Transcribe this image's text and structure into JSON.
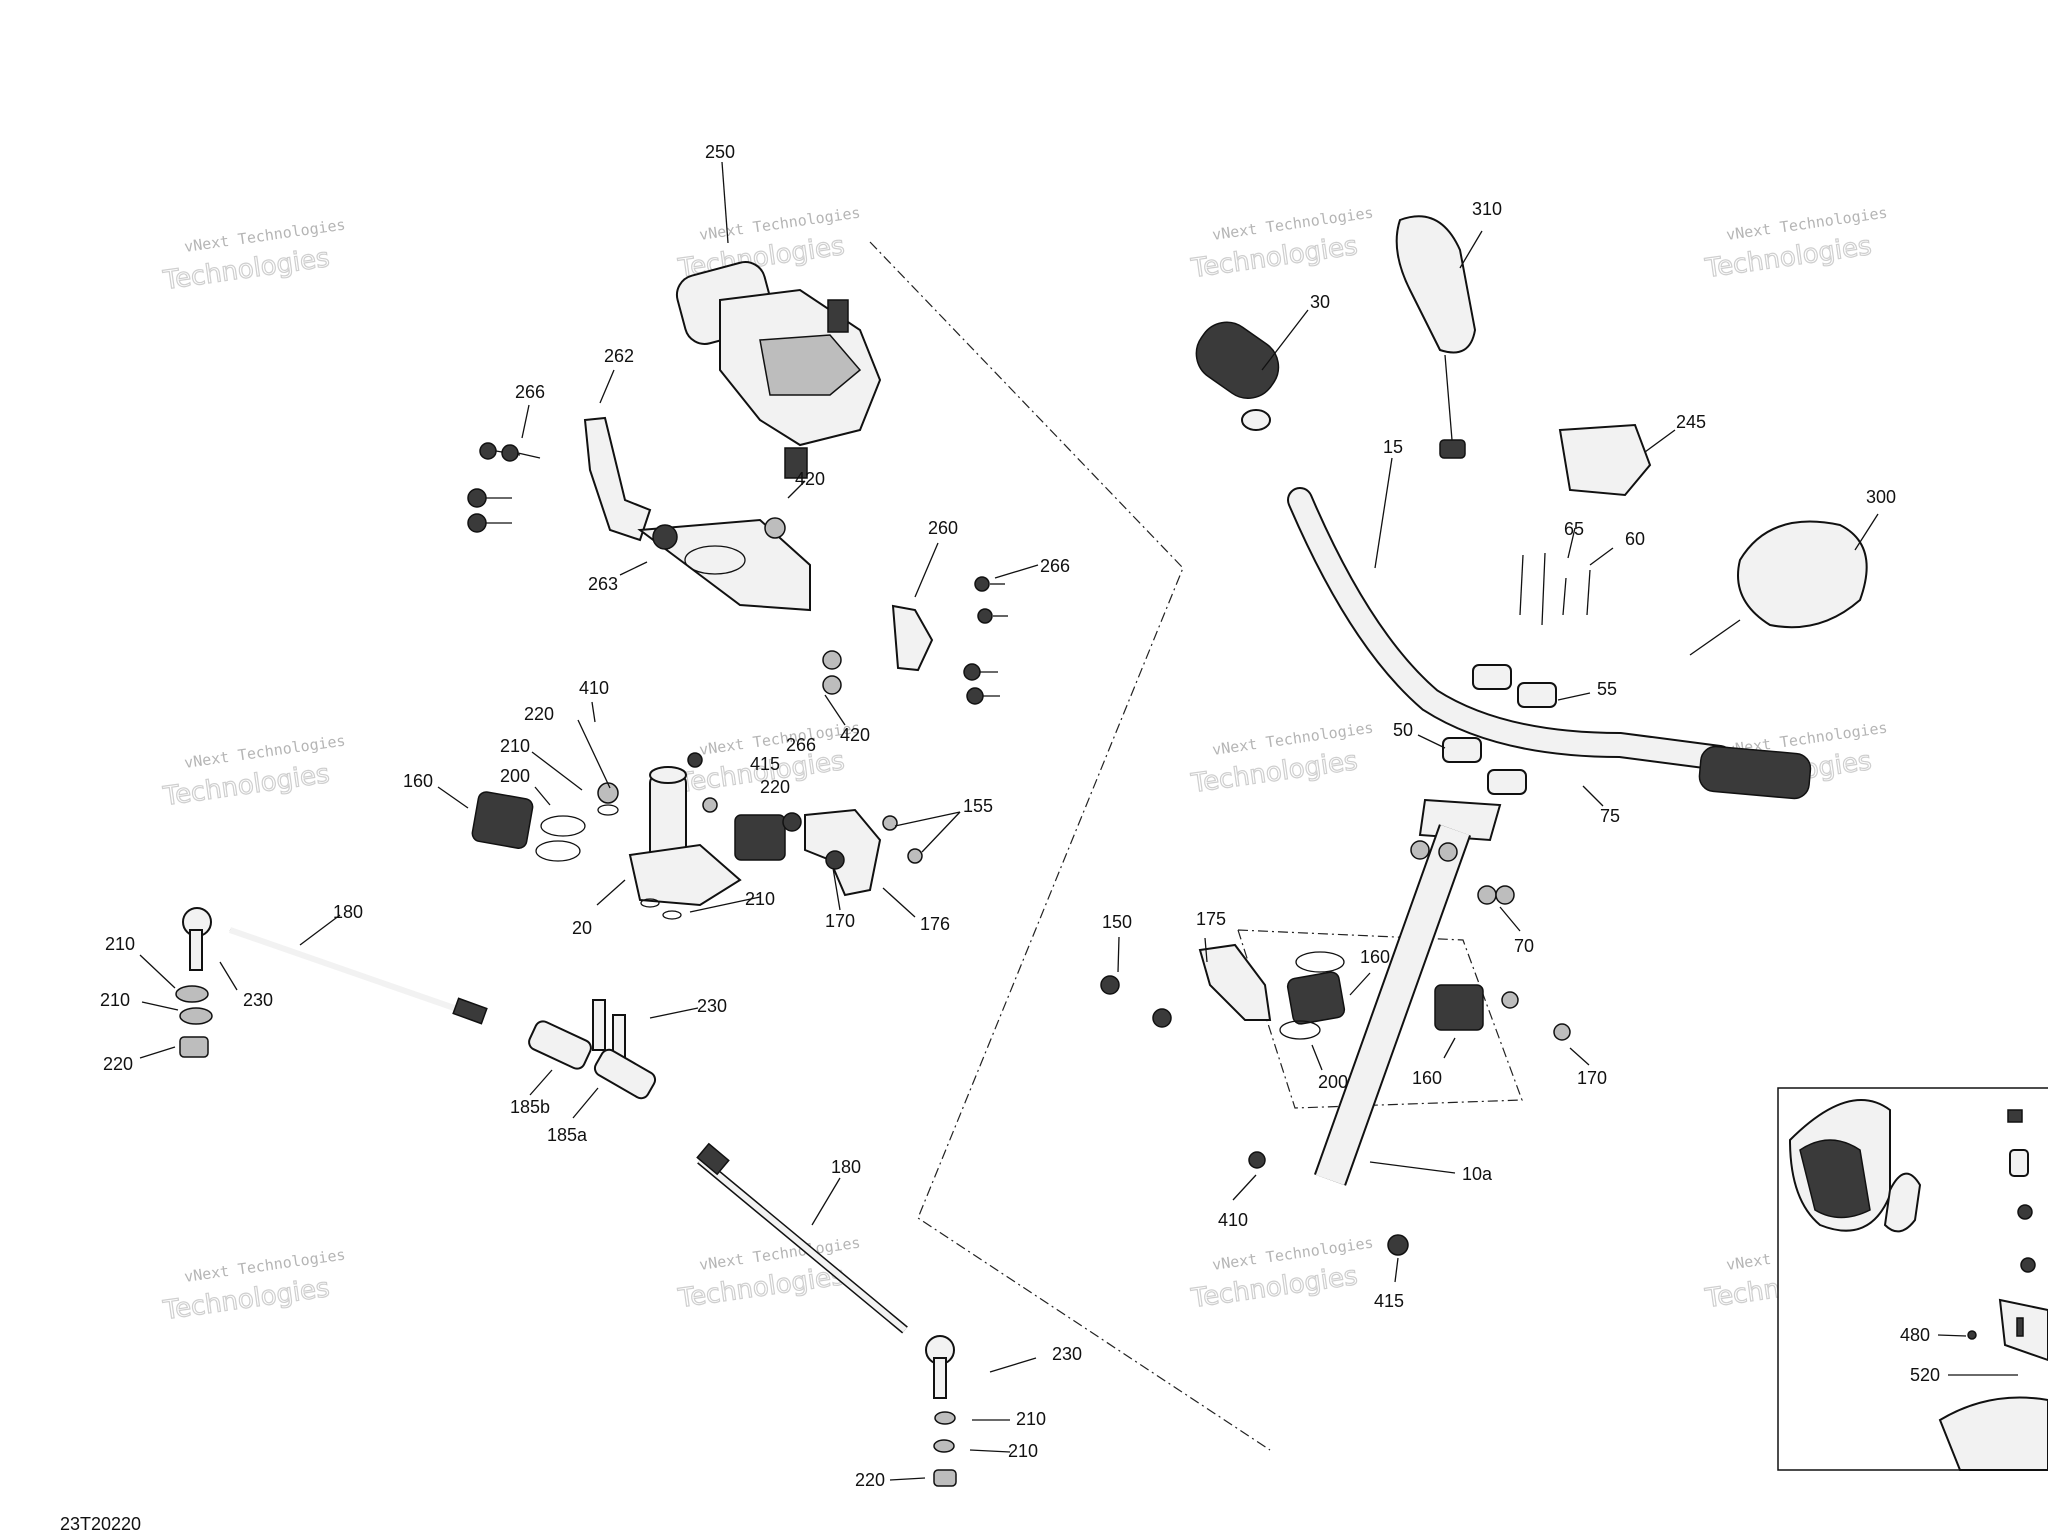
{
  "diagram_code": "23T20220",
  "watermark": {
    "line1": "vNext Technologies",
    "line2": "Technologies"
  },
  "callouts": [
    {
      "id": "250",
      "text": "250"
    },
    {
      "id": "262",
      "text": "262"
    },
    {
      "id": "266a",
      "text": "266"
    },
    {
      "id": "420a",
      "text": "420"
    },
    {
      "id": "260",
      "text": "260"
    },
    {
      "id": "266b",
      "text": "266"
    },
    {
      "id": "263",
      "text": "263"
    },
    {
      "id": "420b",
      "text": "420"
    },
    {
      "id": "410a",
      "text": "410"
    },
    {
      "id": "266c",
      "text": "266"
    },
    {
      "id": "415a",
      "text": "415"
    },
    {
      "id": "220a",
      "text": "220"
    },
    {
      "id": "220b",
      "text": "220"
    },
    {
      "id": "210a",
      "text": "210"
    },
    {
      "id": "200a",
      "text": "200"
    },
    {
      "id": "160a",
      "text": "160"
    },
    {
      "id": "155",
      "text": "155"
    },
    {
      "id": "210b",
      "text": "210"
    },
    {
      "id": "170a",
      "text": "170"
    },
    {
      "id": "176",
      "text": "176"
    },
    {
      "id": "20",
      "text": "20"
    },
    {
      "id": "180a",
      "text": "180"
    },
    {
      "id": "210c",
      "text": "210"
    },
    {
      "id": "230a",
      "text": "230"
    },
    {
      "id": "210d",
      "text": "210"
    },
    {
      "id": "220c",
      "text": "220"
    },
    {
      "id": "230b",
      "text": "230"
    },
    {
      "id": "185b",
      "text": "185b"
    },
    {
      "id": "185a",
      "text": "185a"
    },
    {
      "id": "180b",
      "text": "180"
    },
    {
      "id": "230c",
      "text": "230"
    },
    {
      "id": "210e",
      "text": "210"
    },
    {
      "id": "210f",
      "text": "210"
    },
    {
      "id": "220d",
      "text": "220"
    },
    {
      "id": "310",
      "text": "310"
    },
    {
      "id": "30",
      "text": "30"
    },
    {
      "id": "245",
      "text": "245"
    },
    {
      "id": "15",
      "text": "15"
    },
    {
      "id": "300",
      "text": "300"
    },
    {
      "id": "65",
      "text": "65"
    },
    {
      "id": "60",
      "text": "60"
    },
    {
      "id": "55",
      "text": "55"
    },
    {
      "id": "50",
      "text": "50"
    },
    {
      "id": "75",
      "text": "75"
    },
    {
      "id": "70",
      "text": "70"
    },
    {
      "id": "150",
      "text": "150"
    },
    {
      "id": "175",
      "text": "175"
    },
    {
      "id": "160b",
      "text": "160"
    },
    {
      "id": "200b",
      "text": "200"
    },
    {
      "id": "160c",
      "text": "160"
    },
    {
      "id": "170b",
      "text": "170"
    },
    {
      "id": "10a",
      "text": "10a"
    },
    {
      "id": "410b",
      "text": "410"
    },
    {
      "id": "415b",
      "text": "415"
    },
    {
      "id": "480",
      "text": "480"
    },
    {
      "id": "520",
      "text": "520"
    }
  ]
}
